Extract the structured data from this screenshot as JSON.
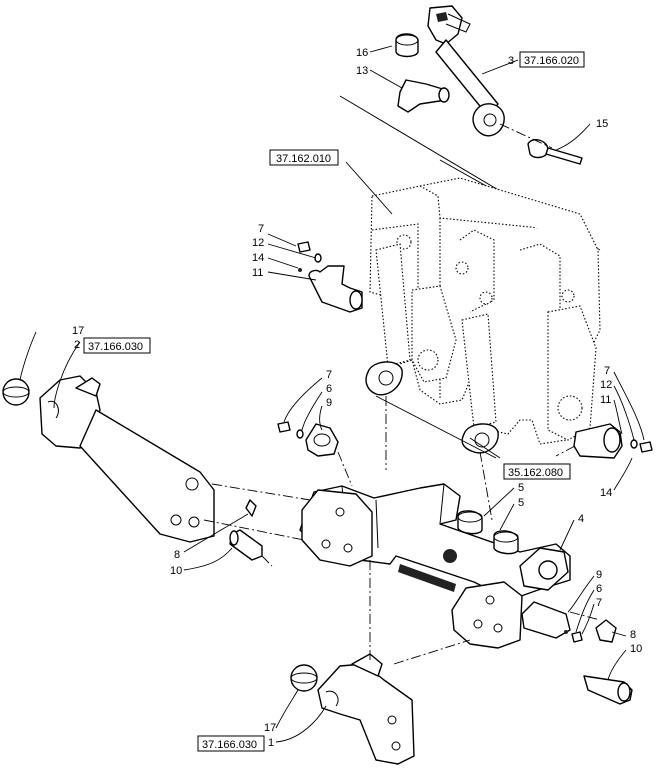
{
  "callouts": {
    "c3": "3",
    "c13": "13",
    "c16": "16",
    "c15": "15",
    "c7a": "7",
    "c12a": "12",
    "c14a": "14",
    "c11a": "11",
    "c17a": "17",
    "c2": "2",
    "c7b": "7",
    "c6a": "6",
    "c9a": "9",
    "c7c": "7",
    "c12b": "12",
    "c11b": "11",
    "c14b": "14",
    "c5a": "5",
    "c5b": "5",
    "c4": "4",
    "c8a": "8",
    "c10a": "10",
    "c9b": "9",
    "c6b": "6",
    "c7d": "7",
    "c8b": "8",
    "c10b": "10",
    "c17b": "17",
    "c1": "1"
  },
  "references": {
    "r1": "37.166.020",
    "r2": "37.162.010",
    "r3": "37.166.030",
    "r4": "35.162.080",
    "r5": "37.166.030"
  },
  "colors": {
    "line": "#000000",
    "background": "#ffffff"
  }
}
